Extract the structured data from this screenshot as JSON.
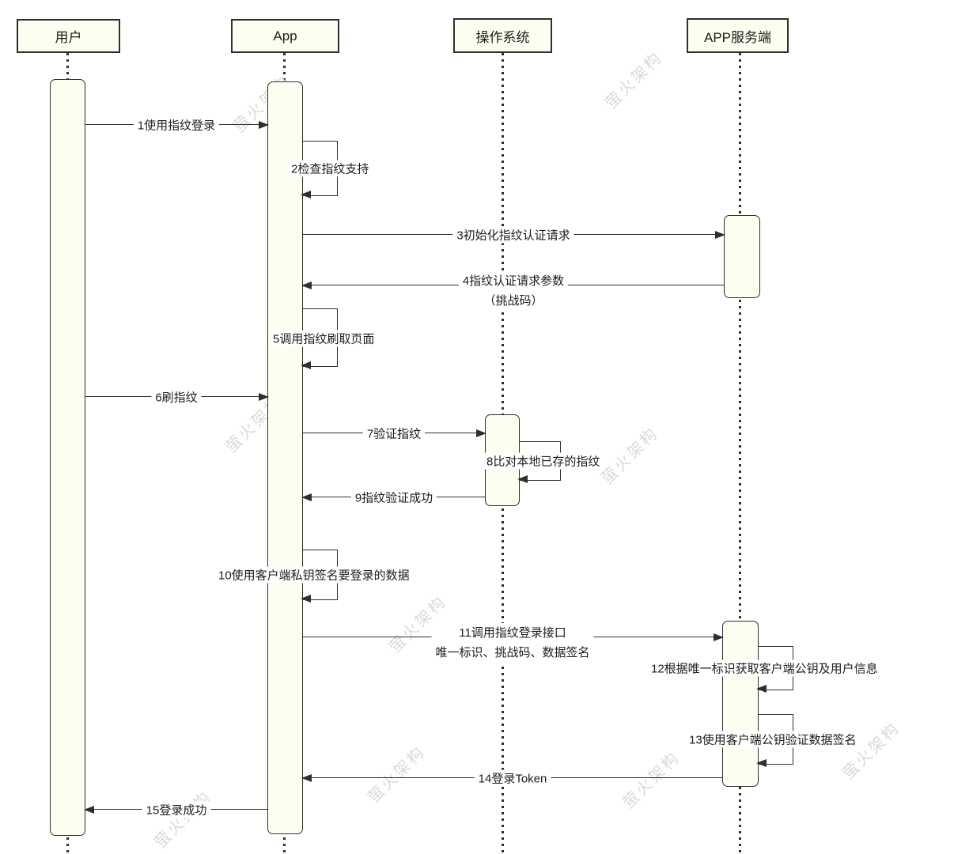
{
  "watermark": "萤火架构",
  "colors": {
    "node_fill": "#fdfdf0",
    "line": "#2f2f2f"
  },
  "actors": {
    "user": "用户",
    "app": "App",
    "os": "操作系统",
    "server": "APP服务端"
  },
  "messages": {
    "m1": {
      "label": "1使用指纹登录"
    },
    "m2": {
      "label": "2检查指纹支持"
    },
    "m3": {
      "label": "3初始化指纹认证请求"
    },
    "m4": {
      "label": "4指纹认证请求参数",
      "label2": "（挑战码）"
    },
    "m5": {
      "label": "5调用指纹刷取页面"
    },
    "m6": {
      "label": "6刷指纹"
    },
    "m7": {
      "label": "7验证指纹"
    },
    "m8": {
      "label": "8比对本地已存的指纹"
    },
    "m9": {
      "label": "9指纹验证成功"
    },
    "m10": {
      "label": "10使用客户端私钥签名要登录的数据"
    },
    "m11": {
      "label": "11调用指纹登录接口",
      "label2": "唯一标识、挑战码、数据签名"
    },
    "m12": {
      "label": "12根据唯一标识获取客户端公钥及用户信息"
    },
    "m13": {
      "label": "13使用客户端公钥验证数据签名"
    },
    "m14": {
      "label": "14登录Token"
    },
    "m15": {
      "label": "15登录成功"
    }
  }
}
